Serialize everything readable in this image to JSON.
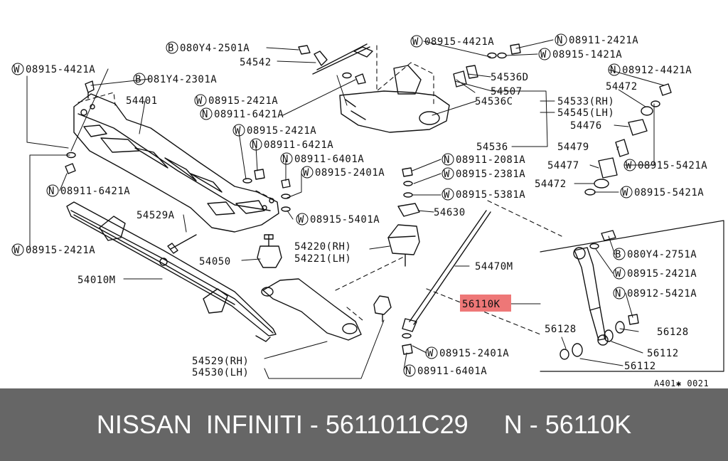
{
  "diagram": {
    "highlight_color": "#ee7777",
    "highlighted_part": "56110K",
    "drawing_code": "A401✱ 0021",
    "callouts": [
      {
        "prefix": "B",
        "code": "080Y4-2501A"
      },
      {
        "prefix": "",
        "code": "54542"
      },
      {
        "prefix": "W",
        "code": "08915-4421A"
      },
      {
        "prefix": "B",
        "code": "081Y4-2301A"
      },
      {
        "prefix": "",
        "code": "54401"
      },
      {
        "prefix": "W",
        "code": "08915-2421A"
      },
      {
        "prefix": "N",
        "code": "08911-6421A"
      },
      {
        "prefix": "W",
        "code": "08915-2421A"
      },
      {
        "prefix": "N",
        "code": "08911-6421A"
      },
      {
        "prefix": "N",
        "code": "08911-6401A"
      },
      {
        "prefix": "W",
        "code": "08915-2401A"
      },
      {
        "prefix": "N",
        "code": "08911-6421A"
      },
      {
        "prefix": "",
        "code": "54529A"
      },
      {
        "prefix": "W",
        "code": "08915-5401A"
      },
      {
        "prefix": "",
        "code": "54050"
      },
      {
        "prefix": "W",
        "code": "08915-2421A"
      },
      {
        "prefix": "",
        "code": "54010M"
      },
      {
        "prefix": "",
        "code": "54220(RH)"
      },
      {
        "prefix": "",
        "code": "54221(LH)"
      },
      {
        "prefix": "",
        "code": "54529(RH)"
      },
      {
        "prefix": "",
        "code": "54530(LH)"
      },
      {
        "prefix": "N",
        "code": "08911-2081A"
      },
      {
        "prefix": "W",
        "code": "08915-2381A"
      },
      {
        "prefix": "W",
        "code": "08915-5381A"
      },
      {
        "prefix": "",
        "code": "54630"
      },
      {
        "prefix": "",
        "code": "54470M"
      },
      {
        "prefix": "",
        "code": "56110K"
      },
      {
        "prefix": "W",
        "code": "08915-2401A"
      },
      {
        "prefix": "N",
        "code": "08911-6401A"
      },
      {
        "prefix": "W",
        "code": "08915-4421A"
      },
      {
        "prefix": "N",
        "code": "08911-2421A"
      },
      {
        "prefix": "W",
        "code": "08915-1421A"
      },
      {
        "prefix": "",
        "code": "54536D"
      },
      {
        "prefix": "",
        "code": "54507"
      },
      {
        "prefix": "",
        "code": "54536C"
      },
      {
        "prefix": "",
        "code": "54533(RH)"
      },
      {
        "prefix": "",
        "code": "54545(LH)"
      },
      {
        "prefix": "",
        "code": "54536"
      },
      {
        "prefix": "N",
        "code": "08912-4421A"
      },
      {
        "prefix": "",
        "code": "54472"
      },
      {
        "prefix": "",
        "code": "54476"
      },
      {
        "prefix": "",
        "code": "54479"
      },
      {
        "prefix": "",
        "code": "54477"
      },
      {
        "prefix": "W",
        "code": "08915-5421A"
      },
      {
        "prefix": "",
        "code": "54472"
      },
      {
        "prefix": "W",
        "code": "08915-5421A"
      },
      {
        "prefix": "B",
        "code": "080Y4-2751A"
      },
      {
        "prefix": "W",
        "code": "08915-2421A"
      },
      {
        "prefix": "N",
        "code": "08912-5421A"
      },
      {
        "prefix": "",
        "code": "56128"
      },
      {
        "prefix": "",
        "code": "56128"
      },
      {
        "prefix": "",
        "code": "56112"
      },
      {
        "prefix": "",
        "code": "56112"
      }
    ]
  },
  "banner": {
    "brand": "NISSAN  INFINITI",
    "separator": "-",
    "oem_number": "5611011C29",
    "short_prefix": "N",
    "short_code": "56110K",
    "text": "NISSAN  INFINITI - 5611011C29     N - 56110K",
    "background_color": "#666666"
  }
}
